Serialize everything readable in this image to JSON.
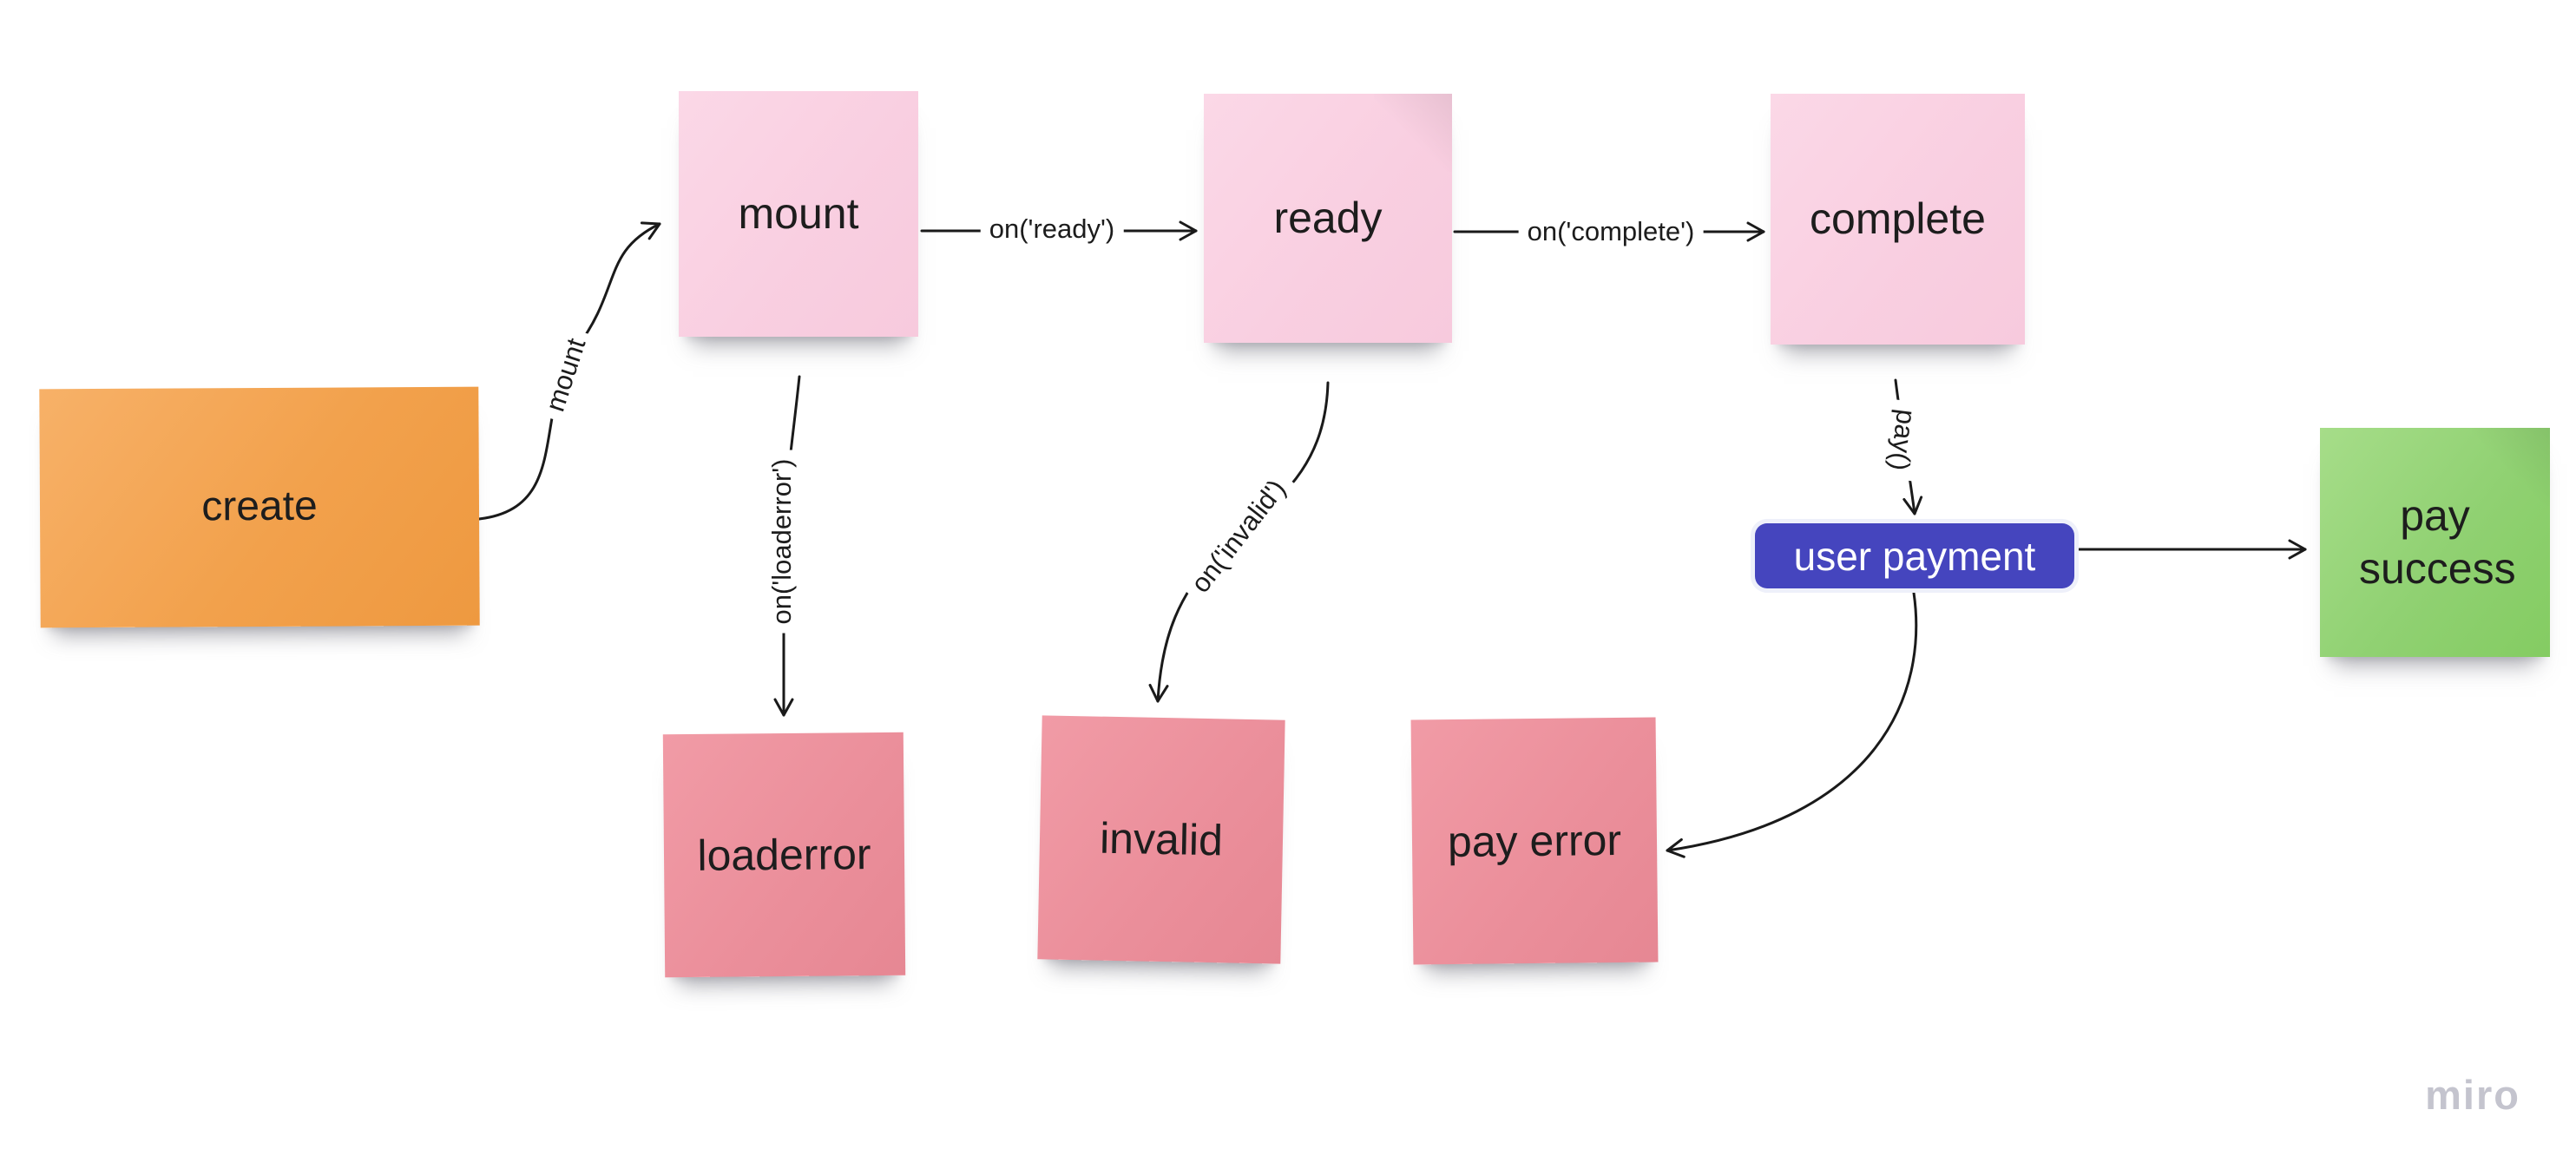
{
  "watermark": "miro",
  "nodes": {
    "create": {
      "label": "create",
      "color": "#F2A14C"
    },
    "mount": {
      "label": "mount",
      "color": "#F9CFE1"
    },
    "ready": {
      "label": "ready",
      "color": "#F9CFE1"
    },
    "complete": {
      "label": "complete",
      "color": "#F9CFE1"
    },
    "loaderror": {
      "label": "loaderror",
      "color": "#EB8F9B"
    },
    "invalid": {
      "label": "invalid",
      "color": "#EB8F9B"
    },
    "pay_error": {
      "label": "pay error",
      "color": "#EB8F9B"
    },
    "pay_success": {
      "label": "pay success",
      "color": "#90D172"
    },
    "user_payment": {
      "label": "user payment",
      "color": "#4545BE",
      "text_color": "#FFFFFF"
    }
  },
  "edges": {
    "create_mount": {
      "label": "mount"
    },
    "mount_ready": {
      "label": "on('ready')"
    },
    "ready_complete": {
      "label": "on('complete')"
    },
    "mount_loaderror": {
      "label": "on('loaderror')"
    },
    "ready_invalid": {
      "label": "on('invalid')"
    },
    "complete_user_payment": {
      "label": "pay()"
    },
    "user_payment_pay_success": {
      "label": ""
    },
    "user_payment_pay_error": {
      "label": ""
    }
  },
  "stroke_color": "#1a1a1a"
}
